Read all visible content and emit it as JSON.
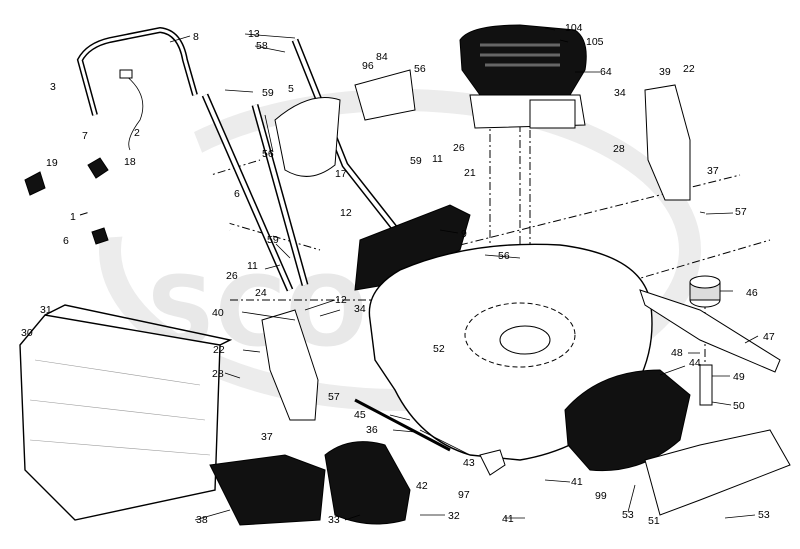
{
  "watermark": {
    "text": "SCOOTER",
    "color": "#e9e9e9"
  },
  "colors": {
    "line": "#000000",
    "fill_dark": "#111111",
    "fill_light": "#ffffff",
    "background": "#ffffff"
  },
  "callouts": {
    "c1": "1",
    "c2": "2",
    "c3": "3",
    "c5": "5",
    "c6a": "6",
    "c6b": "6",
    "c7": "7",
    "c8": "8",
    "c9": "9",
    "c11a": "11",
    "c11b": "11",
    "c12a": "12",
    "c12b": "12",
    "c13": "13",
    "c17": "17",
    "c18": "18",
    "c19": "19",
    "c21": "21",
    "c22a": "22",
    "c22b": "22",
    "c24": "24",
    "c26a": "26",
    "c26b": "26",
    "c28a": "28",
    "c28b": "28",
    "c30": "30",
    "c31": "31",
    "c32": "32",
    "c33": "33",
    "c34a": "34",
    "c34b": "34",
    "c36": "36",
    "c37a": "37",
    "c37b": "37",
    "c38": "38",
    "c39": "39",
    "c40": "40",
    "c41a": "41",
    "c41b": "41",
    "c42": "42",
    "c43": "43",
    "c44": "44",
    "c45": "45",
    "c46": "46",
    "c47": "47",
    "c48": "48",
    "c49": "49",
    "c50": "50",
    "c51": "51",
    "c52": "52",
    "c53a": "53",
    "c53b": "53",
    "c56a": "56",
    "c56b": "56",
    "c56c": "56",
    "c57a": "57",
    "c57b": "57",
    "c58": "58",
    "c59a": "59",
    "c59b": "59",
    "c59c": "59",
    "c64": "64",
    "c84": "84",
    "c96": "96",
    "c97": "97",
    "c99": "99",
    "c104": "104",
    "c105": "105"
  }
}
